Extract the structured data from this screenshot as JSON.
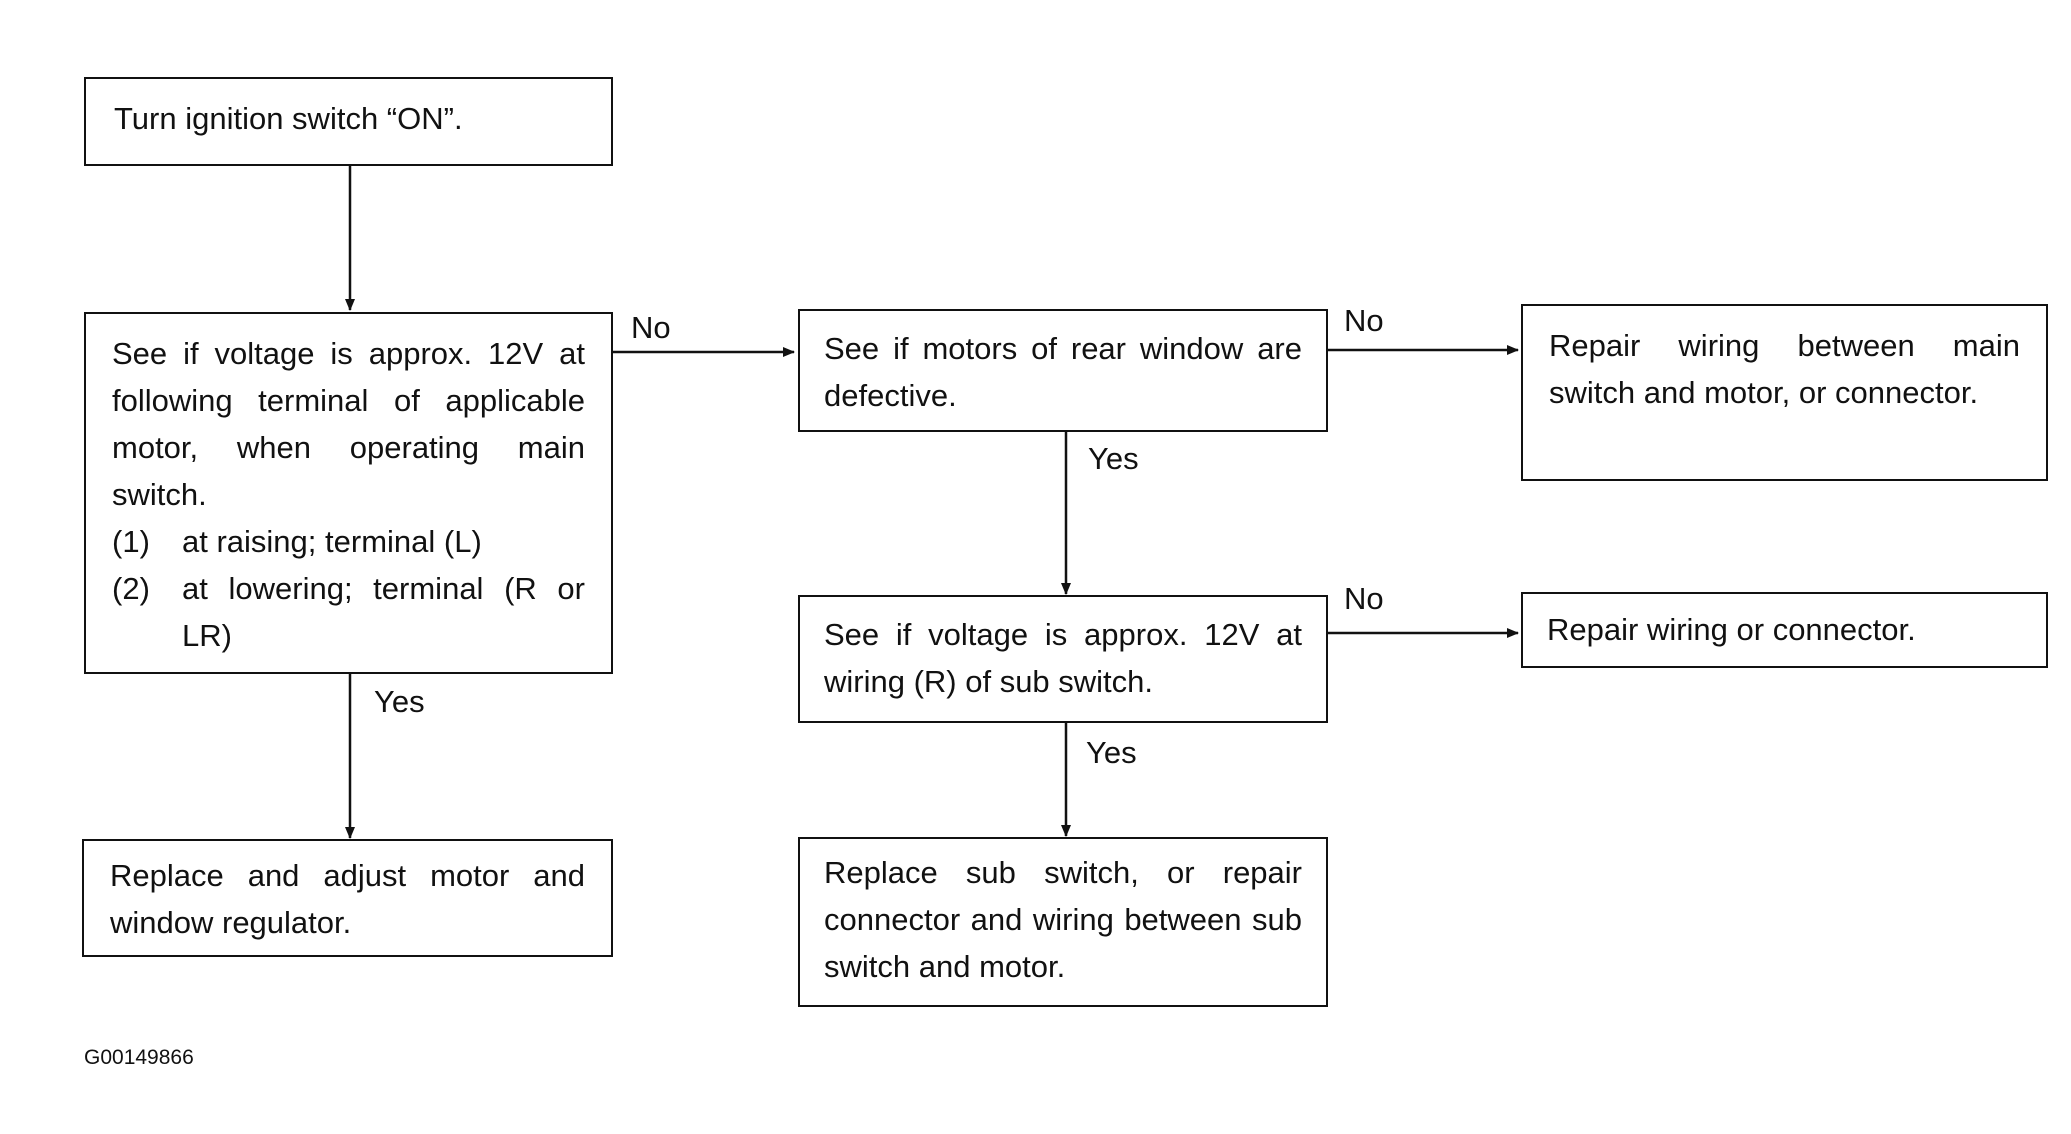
{
  "flowchart": {
    "start": {
      "text": "Turn ignition switch “ON”."
    },
    "check_voltage_motor": {
      "intro": "See if voltage is approx. 12V at following terminal of applicable motor, when operating main switch.",
      "items": [
        {
          "num": "(1)",
          "text": "at raising; terminal (L)"
        },
        {
          "num": "(2)",
          "text": "at lowering; terminal (R or LR)"
        }
      ]
    },
    "replace_motor": {
      "text": "Replace and adjust motor and window regulator."
    },
    "check_motors_rear": {
      "text": "See if motors of rear window are defective."
    },
    "repair_main_wiring": {
      "text": "Repair wiring between main switch and motor, or connector."
    },
    "check_sub_switch_voltage": {
      "text": "See if voltage is approx. 12V at wiring (R) of sub switch."
    },
    "repair_wiring_connector": {
      "text": "Repair wiring or connector."
    },
    "replace_sub_switch": {
      "text": "Replace sub switch, or repair connector and wiring between sub switch and motor."
    },
    "labels": {
      "no_1": "No",
      "no_2": "No",
      "no_3": "No",
      "yes_1": "Yes",
      "yes_2": "Yes",
      "yes_3": "Yes"
    }
  },
  "figure_id": "G00149866"
}
